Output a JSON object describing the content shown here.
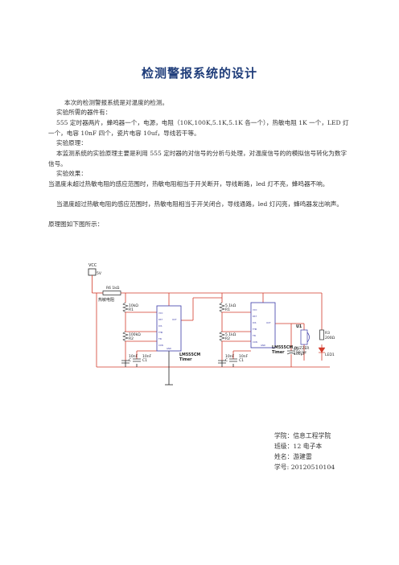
{
  "doc": {
    "title": "检测警报系统的设计",
    "paragraphs": [
      "本次的检测警报系统是对温度的检测。",
      "实验所需的器件有：",
      "555 定时器两片，蜂鸣器一个，电源，电阻（10K,100K,5.1K,5.1K 各一个），热敏电阻 1K 一个，LED 灯一个，电容 10nF 四个，瓷片电容 10uf，导线若干等。",
      "实验原理：",
      "本监测系统的实验原理主要是利用 555 定时器的对信号的分析与处理，对温度信号的的模拟信号转化为数字信号。",
      "实验效果：",
      "当温度未超过热敏电阻的感应范围时，热敏电阻相当于开关断开，导线断路，led 灯不亮，蜂鸣器不响。",
      "当温度超过热敏电阻的感应范围时，热敏电阻相当于开关闭合，导线通路，led 灯闪亮，蜂鸣器发出响声。",
      "原理图如下图所示："
    ]
  },
  "schematic": {
    "vcc": "VCC",
    "vcc_v": "5V",
    "r6": "R6 1kΩ",
    "thermistor": "热敏电阻",
    "r1a": "10kΩ",
    "r1a_ref": "R1",
    "r2a": "100kΩ",
    "r2a_ref": "R2",
    "ca_val": "10nF",
    "ca_ref": "C",
    "c1a_val": "10nF",
    "c1a_ref": "C1",
    "chip_a": "LM555CM",
    "chip_a_sub": "Timer",
    "r1b": "5.1kΩ",
    "r1b_ref": "R1",
    "r2b": "5.1kΩ",
    "r2b_ref": "R2",
    "cb_val": "10nF",
    "cb_ref": "C",
    "c1b_val": "10nF",
    "c1b_ref": "C1",
    "chip_b": "LM555CM",
    "chip_b_sub": "Timer",
    "c5": "C5",
    "c5_val": "100µF",
    "u1": "U1",
    "buzzer": "BUZZER",
    "buzzer_f": "50 Hz",
    "r3": "R3",
    "r3_val": "200Ω",
    "led": "LED1"
  },
  "info": {
    "college": "学院：信息工程学院",
    "class": "班级：12 电子本",
    "name": "姓名：游建雷",
    "id": "学号: 20120510104"
  },
  "colors": {
    "title": "#1f3d7a",
    "wire": "#d23a2a",
    "chip": "#3a3aa8",
    "ground": "#222222"
  }
}
